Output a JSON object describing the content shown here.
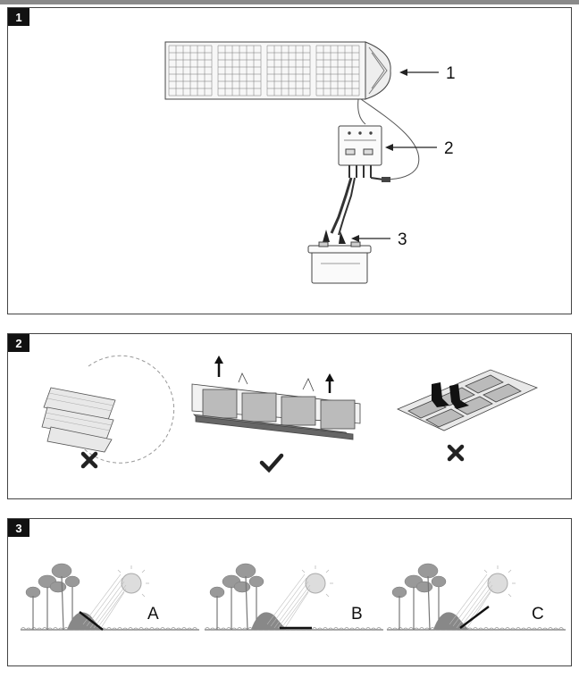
{
  "sections": [
    {
      "number": "1"
    },
    {
      "number": "2"
    },
    {
      "number": "3"
    }
  ],
  "section1": {
    "callouts": [
      {
        "label": "1",
        "item": "solar-panel"
      },
      {
        "label": "2",
        "item": "charge-controller"
      },
      {
        "label": "3",
        "item": "battery"
      }
    ]
  },
  "section2": {
    "items": [
      {
        "item": "folded-panel",
        "verdict": "wrong"
      },
      {
        "item": "panel-lifted-by-handles",
        "verdict": "correct"
      },
      {
        "item": "panel-stepped-on",
        "verdict": "wrong"
      }
    ]
  },
  "section3": {
    "scenes": [
      {
        "label": "A"
      },
      {
        "label": "B"
      },
      {
        "label": "C"
      }
    ]
  },
  "icons": {
    "cross": "cross-icon",
    "check": "check-icon",
    "sun": "sun-icon",
    "arrow_up": "arrow-up-icon"
  },
  "colors": {
    "badge_bg": "#111111",
    "line": "#444444"
  }
}
